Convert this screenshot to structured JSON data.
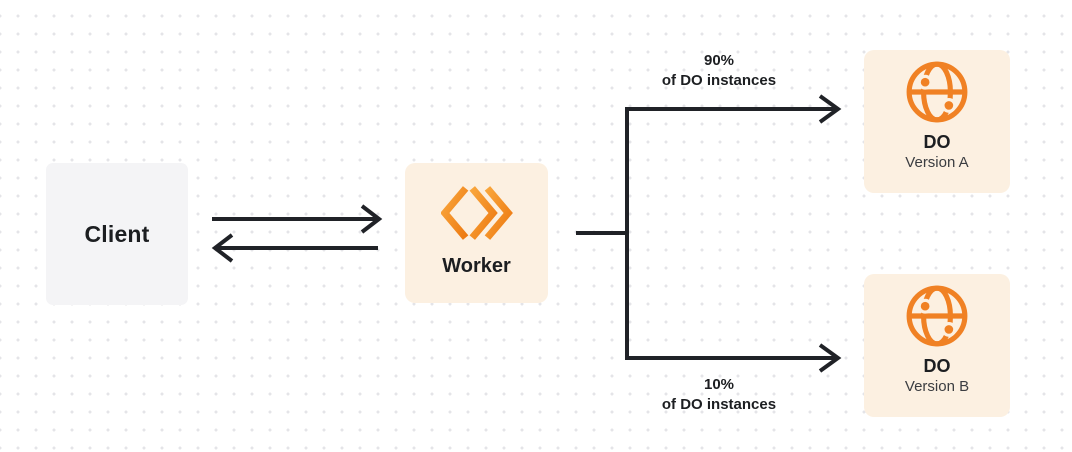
{
  "diagram": {
    "nodes": {
      "client": {
        "label": "Client"
      },
      "worker": {
        "label": "Worker",
        "icon": "workers-logo-icon"
      },
      "do_version_a": {
        "title": "DO",
        "subtitle": "Version A",
        "icon": "globe-icon"
      },
      "do_version_b": {
        "title": "DO",
        "subtitle": "Version B",
        "icon": "globe-icon"
      }
    },
    "edges": {
      "client_worker": {
        "type": "bidirectional-arrows"
      },
      "worker_to_do_a": {
        "percent": "90%",
        "caption": "of DO instances"
      },
      "worker_to_do_b": {
        "percent": "10%",
        "caption": "of DO instances"
      }
    },
    "colors": {
      "accent_orange": "#f08124",
      "accent_orange_light": "#f9a63c",
      "cream_node_bg": "#fcf0e1",
      "gray_node_bg": "#f4f4f6",
      "connector": "#202227",
      "dot_grid": "#e4e4e8",
      "text_primary": "#1c1e21",
      "text_secondary": "#3b3d41"
    }
  }
}
